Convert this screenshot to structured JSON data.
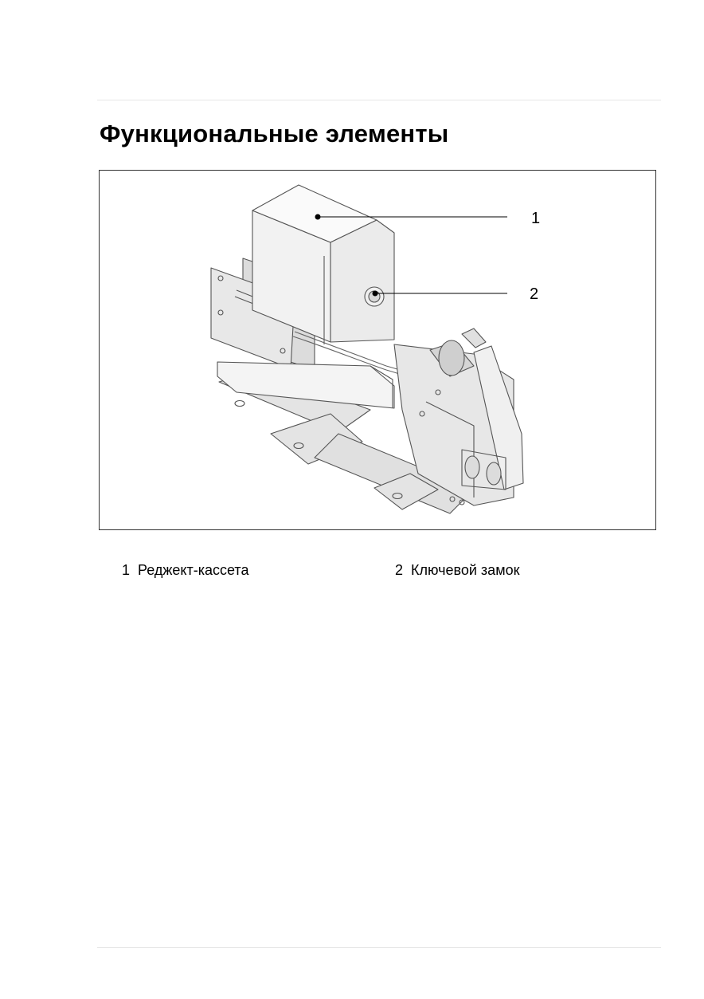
{
  "page": {
    "title": "Функциональные элементы"
  },
  "figure": {
    "callouts": [
      {
        "number": "1"
      },
      {
        "number": "2"
      }
    ]
  },
  "legend": [
    {
      "number": "1",
      "label": "Реджект-кассета"
    },
    {
      "number": "2",
      "label": "Ключевой замок"
    }
  ]
}
